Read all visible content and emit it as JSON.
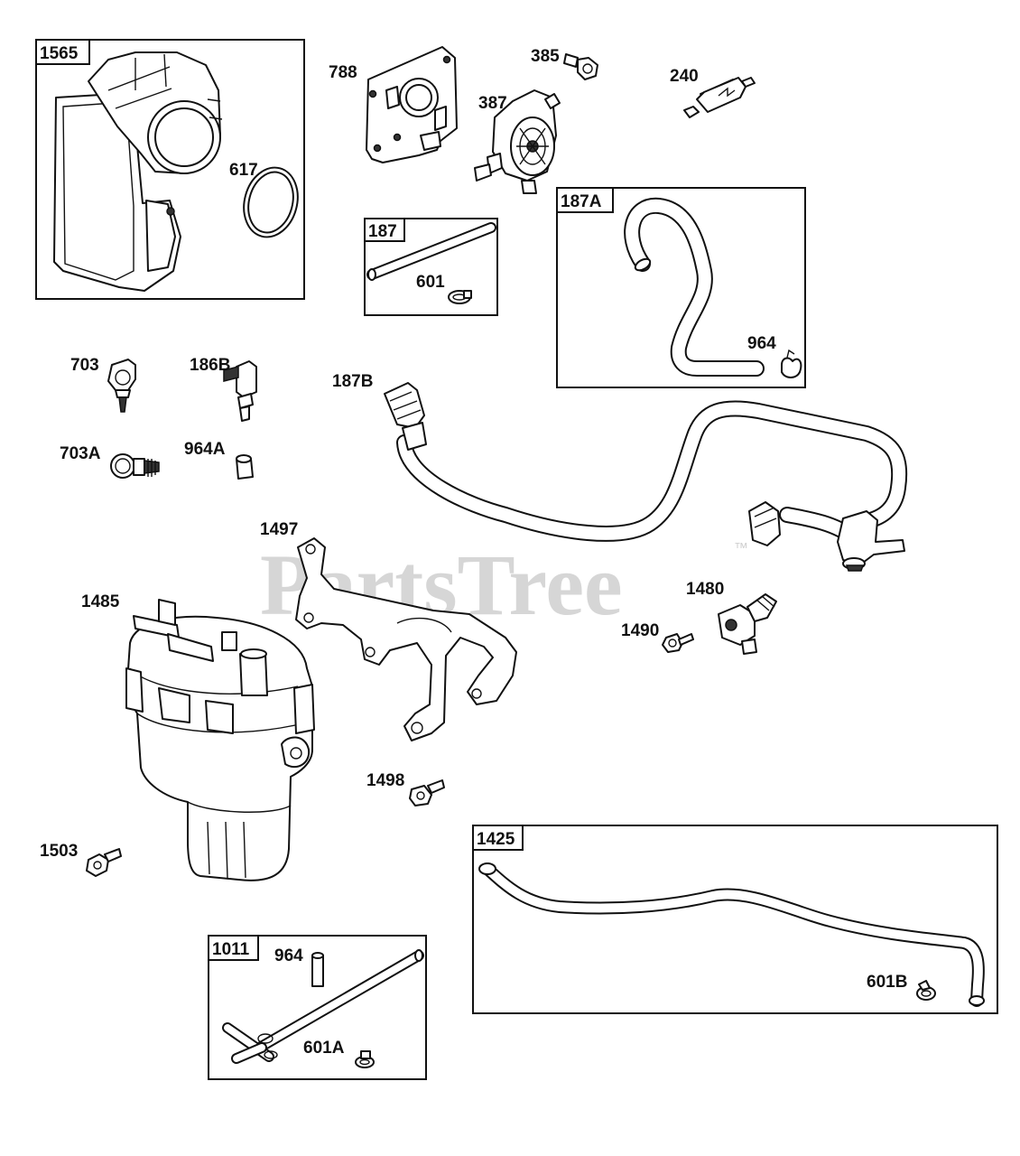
{
  "watermark": "PartsTree",
  "trademark": "™",
  "boxes": {
    "b1565": "1565",
    "b187": "187",
    "b187A": "187A",
    "b1425": "1425",
    "b1011": "1011"
  },
  "labels": {
    "l617": "617",
    "l788": "788",
    "l385": "385",
    "l387": "387",
    "l240": "240",
    "l601": "601",
    "l964a": "964",
    "l703": "703",
    "l186B": "186B",
    "l187B": "187B",
    "l703A": "703A",
    "l964A": "964A",
    "l1497": "1497",
    "l1480": "1480",
    "l1490": "1490",
    "l1485": "1485",
    "l1498": "1498",
    "l1503": "1503",
    "l601B": "601B",
    "l964b": "964",
    "l601A": "601A"
  }
}
